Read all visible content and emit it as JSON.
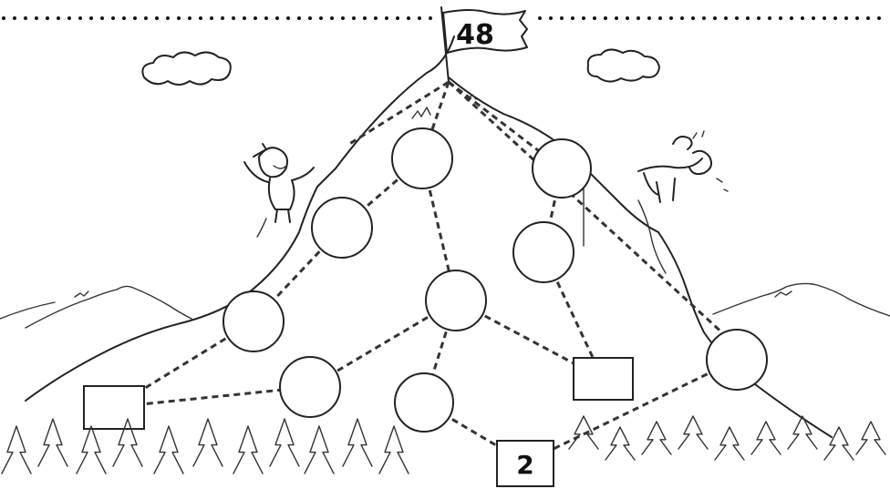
{
  "puzzle": {
    "peak_value": "48",
    "bottom_value": "2",
    "left_square_value": "",
    "right_square_value": "",
    "circles": [
      "",
      "",
      "",
      "",
      "",
      "",
      "",
      "",
      ""
    ]
  },
  "colors": {
    "ink": "#222222",
    "paper": "#ffffff"
  },
  "icons": [
    "flag-icon",
    "hiker-figure",
    "mountain-goat-figure",
    "cloud-icon",
    "pine-tree-icon"
  ]
}
